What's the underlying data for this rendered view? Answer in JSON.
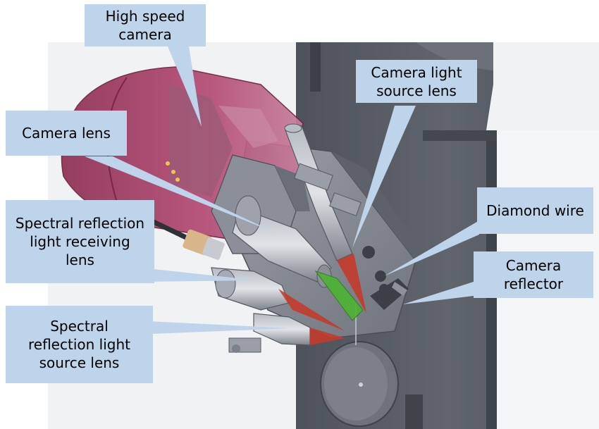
{
  "colors": {
    "callout_fill": "#bed4ea",
    "camera_housing": "#a83a62",
    "frame_dark": "#555a62",
    "machine_gray": "#8d9199",
    "green_cone": "#4cb332",
    "red_cone": "#c43a2a"
  },
  "callouts": [
    {
      "id": "high-speed-camera",
      "text": "High speed\ncamera"
    },
    {
      "id": "camera-light-source-lens",
      "text": "Camera light\nsource lens"
    },
    {
      "id": "camera-lens",
      "text": "Camera lens"
    },
    {
      "id": "diamond-wire",
      "text": "Diamond wire"
    },
    {
      "id": "spectral-reflection-light-receiving-lens",
      "text": "Spectral reflection\nlight receiving\nlens"
    },
    {
      "id": "camera-reflector",
      "text": "Camera\nreflector"
    },
    {
      "id": "spectral-reflection-light-source-lens",
      "text": "Spectral\nreflection light\nsource lens"
    }
  ]
}
